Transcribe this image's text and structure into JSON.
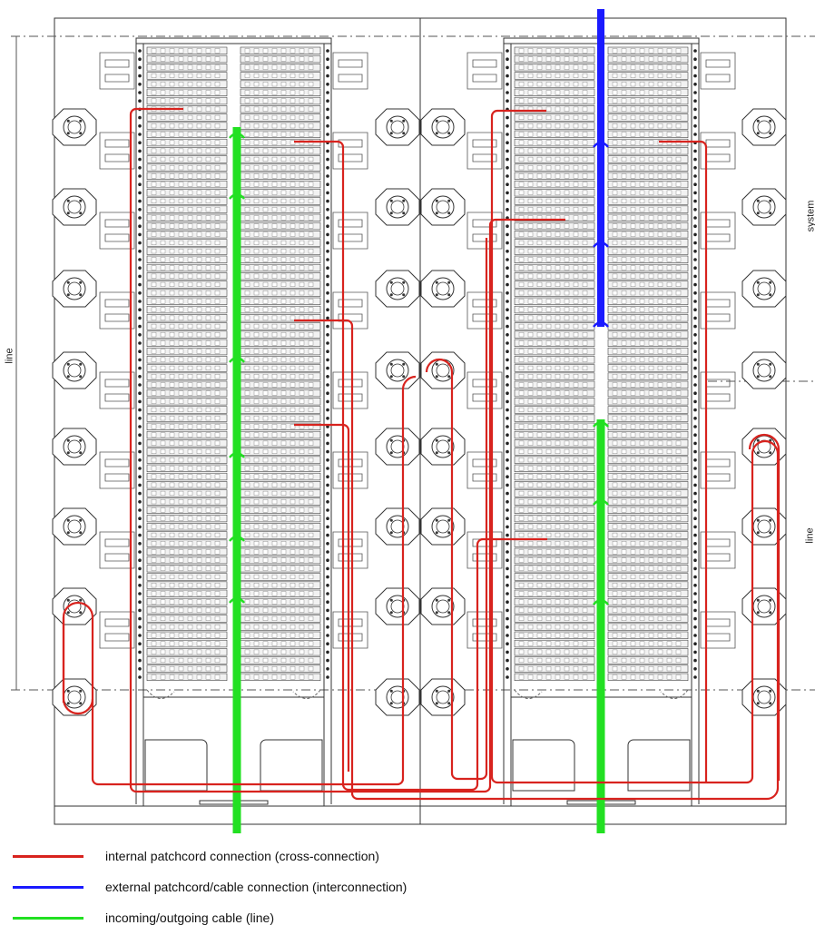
{
  "labels": {
    "left_line": "line",
    "right_system": "system",
    "right_line": "line"
  },
  "colors": {
    "internal": "#d8231e",
    "external": "#1a1aff",
    "incoming": "#22e022",
    "frame": "#333333",
    "module_fill": "#f2f2f2"
  },
  "legend": [
    {
      "label": "internal patchcord connection (cross-connection)",
      "color": "#d8231e"
    },
    {
      "label": "external patchcord/cable connection (interconnection)",
      "color": "#1a1aff"
    },
    {
      "label": "incoming/outgoing cable (line)",
      "color": "#22e022"
    }
  ]
}
